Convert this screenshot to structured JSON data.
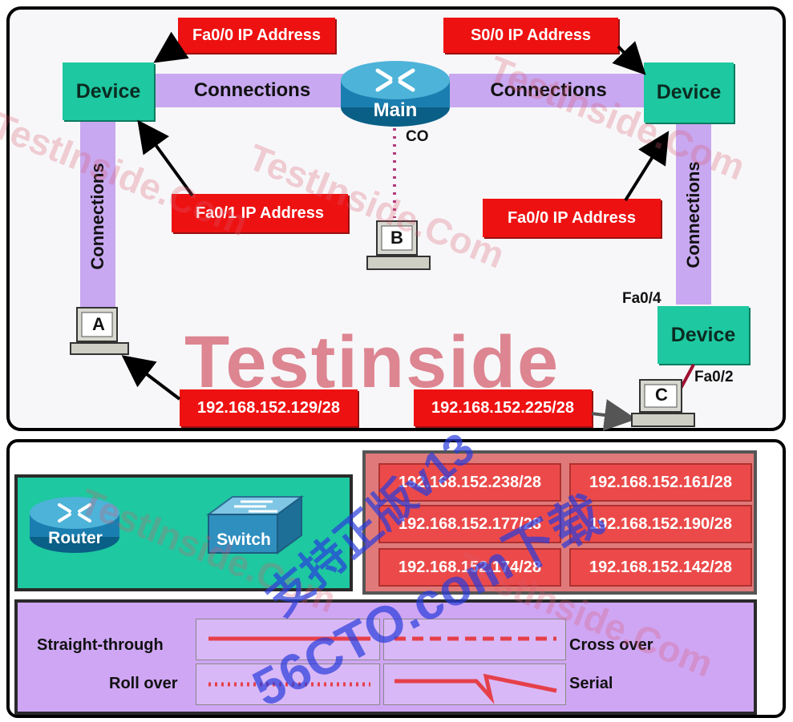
{
  "labels": {
    "fa00_main": "Fa0/0 IP Address",
    "s00_main": "S0/0 IP Address",
    "fa01_left": "Fa0/1 IP Address",
    "fa00_right": "Fa0/0 IP Address",
    "device": "Device",
    "connections": "Connections",
    "main": "Main",
    "co": "CO",
    "pc_a": "A",
    "pc_b": "B",
    "pc_c": "C",
    "fa04": "Fa0/4",
    "fa02": "Fa0/2",
    "host_a_ip": "192.168.152.129/28",
    "host_c_ip": "192.168.152.225/28"
  },
  "ip_options": [
    "192.168.152.238/28",
    "192.168.152.161/28",
    "192.168.152.177/28",
    "192.168.152.190/28",
    "192.168.152.174/28",
    "192.168.152.142/28"
  ],
  "device_options": {
    "router": "Router",
    "switch": "Switch"
  },
  "cables": {
    "straight": "Straight-through",
    "cross": "Cross over",
    "roll": "Roll over",
    "serial": "Serial"
  },
  "watermarks": {
    "main": "Testinside",
    "repeat": "TestInside.Com",
    "cn": "支持正版v13",
    "cn_site": "56CTO.com下载"
  },
  "colors": {
    "red": "#ee1111",
    "teal": "#1ec8a0",
    "lavender": "#c8a8f0",
    "cable": "#e5404a"
  }
}
